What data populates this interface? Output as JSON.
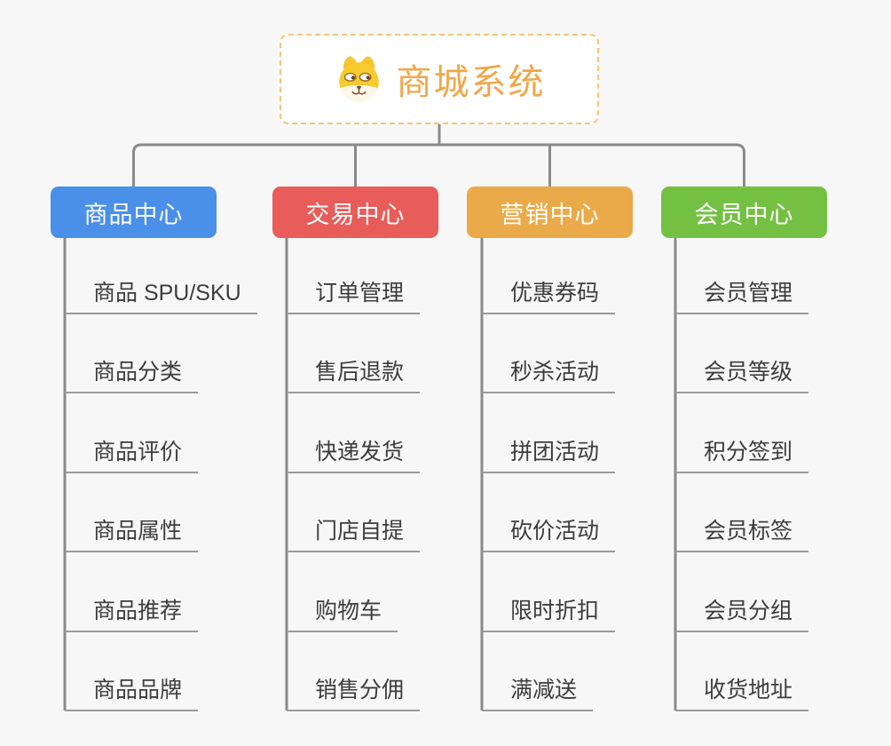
{
  "page": {
    "background_color": "#f7f7f7",
    "connector_color": "#8a8a8a",
    "leaf_underline_color": "#9a9a9a",
    "leaf_text_color": "#3d3d3d"
  },
  "root": {
    "label": "商城系统",
    "icon": "dog-face-icon",
    "text_color": "#f0a74a",
    "border_color": "#f3c577"
  },
  "branches": [
    {
      "label": "商品中心",
      "color": "#4a8fe8",
      "items": [
        "商品 SPU/SKU",
        "商品分类",
        "商品评价",
        "商品属性",
        "商品推荐",
        "商品品牌"
      ]
    },
    {
      "label": "交易中心",
      "color": "#e85c5a",
      "items": [
        "订单管理",
        "售后退款",
        "快递发货",
        "门店自提",
        "购物车",
        "销售分佣"
      ]
    },
    {
      "label": "营销中心",
      "color": "#eaaa49",
      "items": [
        "优惠券码",
        "秒杀活动",
        "拼团活动",
        "砍价活动",
        "限时折扣",
        "满减送"
      ]
    },
    {
      "label": "会员中心",
      "color": "#74c043",
      "items": [
        "会员管理",
        "会员等级",
        "积分签到",
        "会员标签",
        "会员分组",
        "收货地址"
      ]
    }
  ]
}
